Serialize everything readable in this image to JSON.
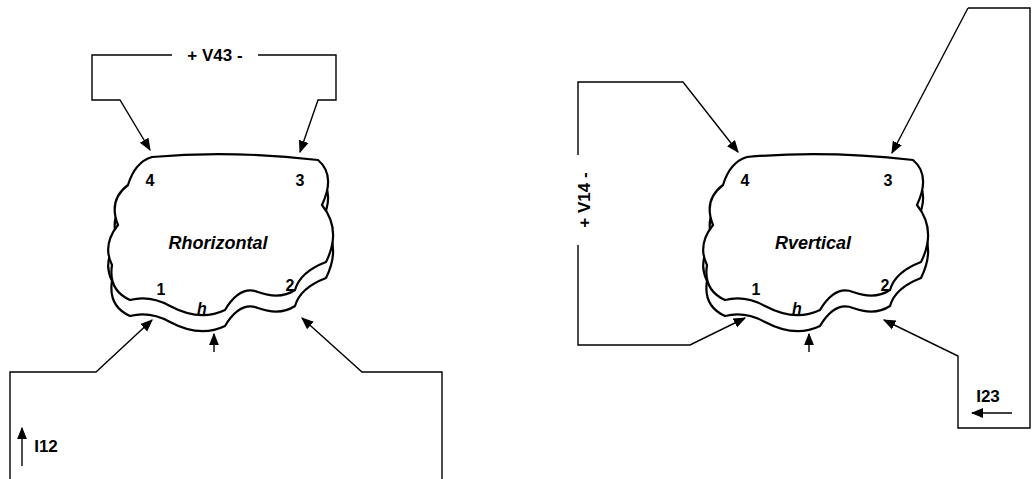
{
  "diagram": {
    "nodes": [
      {
        "text": [
          "Rhorizontal"
        ]
      },
      {
        "text": [
          "Rvertical"
        ]
      }
    ],
    "labels": [
      "+ V43 -",
      "4",
      "3",
      "1",
      "2",
      "h",
      "I12",
      "+ V14 -",
      "4",
      "3",
      "1",
      "2",
      "h",
      "I23"
    ]
  }
}
